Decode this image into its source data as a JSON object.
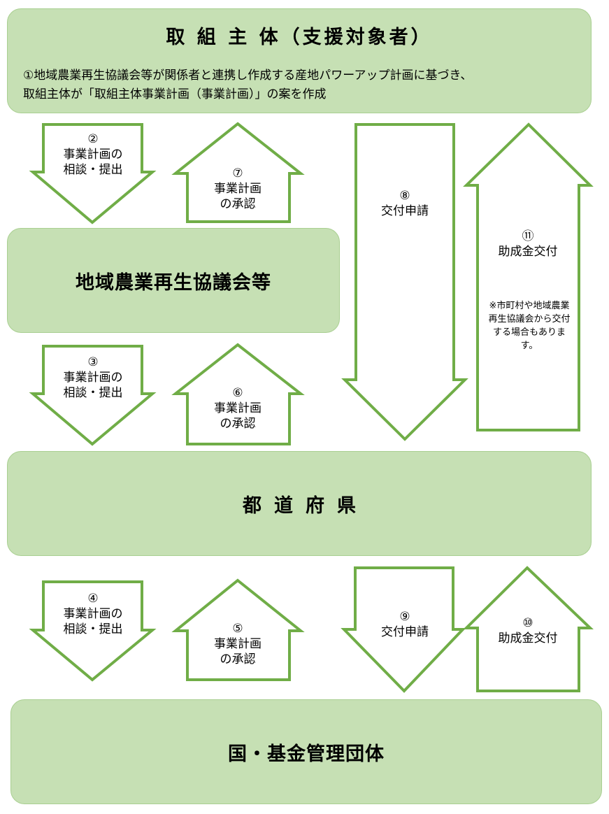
{
  "top": {
    "title": "取 組 主 体（支援対象者）",
    "desc_line1": "①地域農業再生協議会等が関係者と連携し作成する産地パワーアップ計画に基づき、",
    "desc_line2": "取組主体が「取組主体事業計画（事業計画）」の案を作成"
  },
  "boxes": {
    "council": "地域農業再生協議会等",
    "prefecture": "都道府県",
    "national": "国・基金管理団体"
  },
  "arrows": {
    "a2": {
      "num": "②",
      "line1": "事業計画の",
      "line2": "相談・提出"
    },
    "a7": {
      "num": "⑦",
      "line1": "事業計画",
      "line2": "の承認"
    },
    "a3": {
      "num": "③",
      "line1": "事業計画の",
      "line2": "相談・提出"
    },
    "a6": {
      "num": "⑥",
      "line1": "事業計画",
      "line2": "の承認"
    },
    "a4": {
      "num": "④",
      "line1": "事業計画の",
      "line2": "相談・提出"
    },
    "a5": {
      "num": "⑤",
      "line1": "事業計画",
      "line2": "の承認"
    },
    "a8": {
      "num": "⑧",
      "line1": "交付申請"
    },
    "a11": {
      "num": "⑪",
      "line1": "助成金交付"
    },
    "a9": {
      "num": "⑨",
      "line1": "交付申請"
    },
    "a10": {
      "num": "⑩",
      "line1": "助成金交付"
    }
  },
  "note": "※市町村や地域農業再生協議会から交付する場合もあります。",
  "colors": {
    "box_fill": "#c6e0b4",
    "arrow_stroke": "#70ad47"
  }
}
